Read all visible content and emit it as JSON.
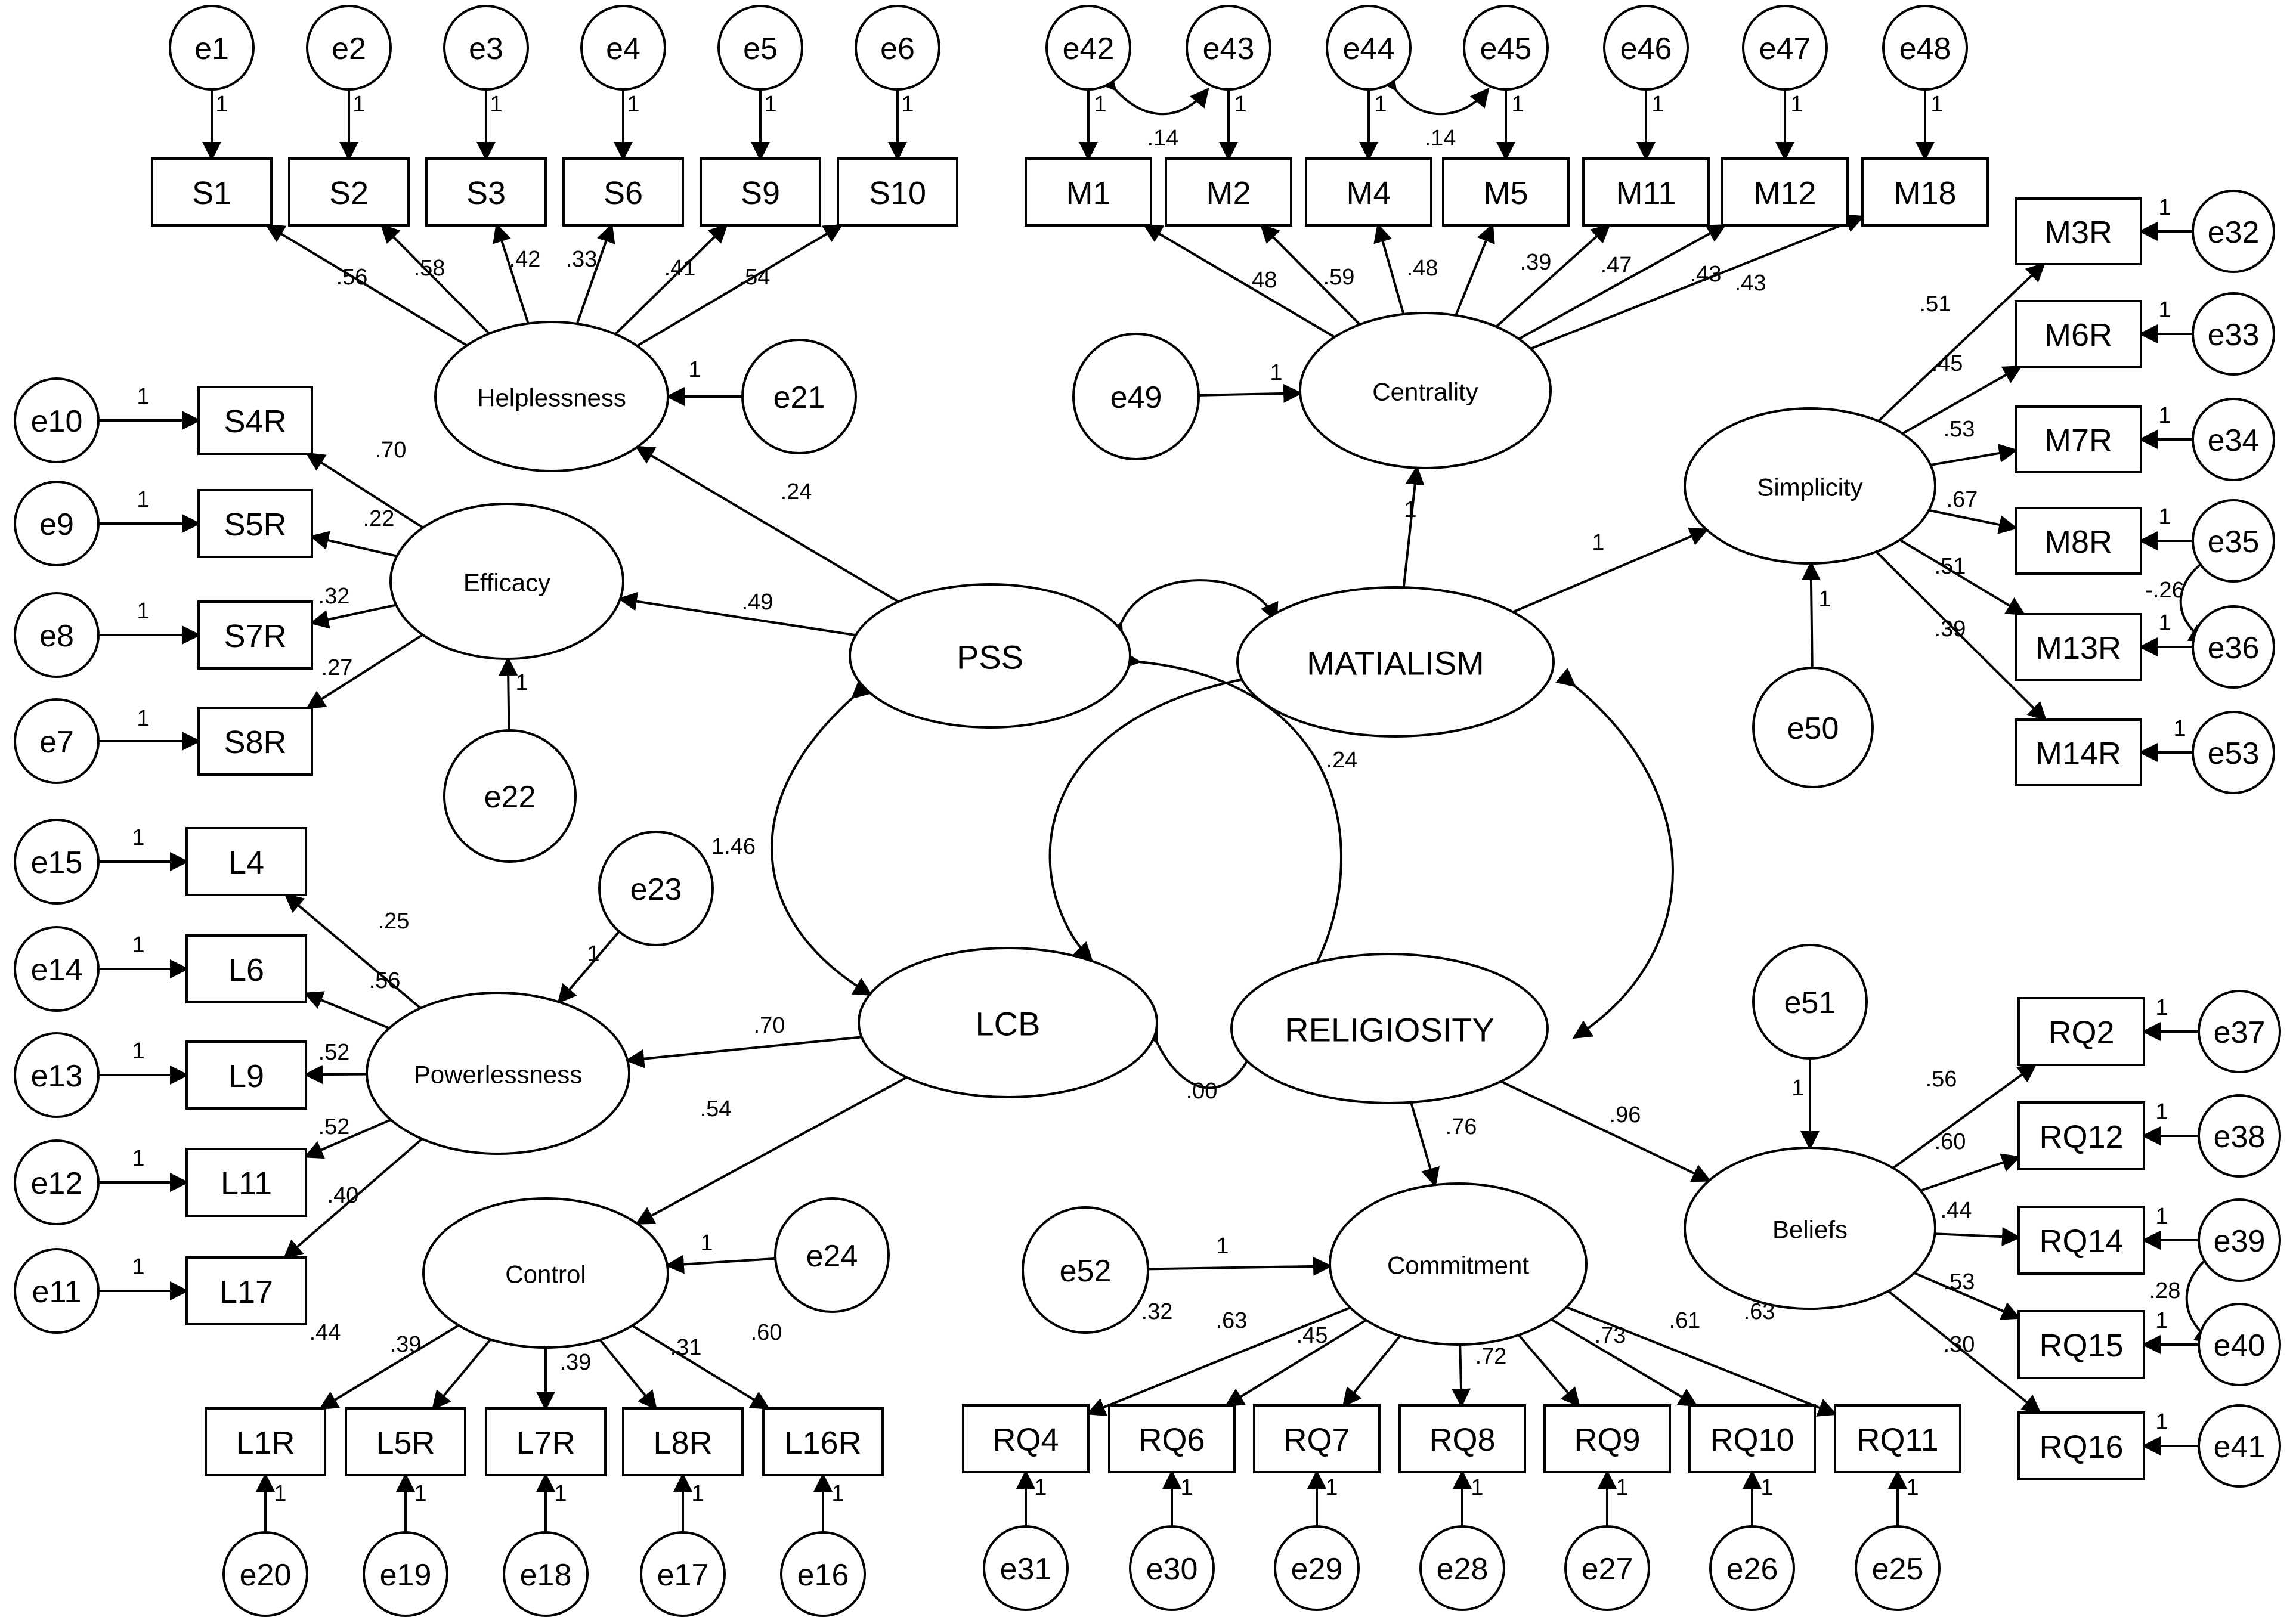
{
  "colors": {
    "stroke": "#000000",
    "background": "#ffffff"
  },
  "latent_factors": {
    "helplessness": "Helplessness",
    "efficacy": "Efficacy",
    "powerlessness": "Powerlessness",
    "control": "Control",
    "centrality": "Centrality",
    "simplicity": "Simplicity",
    "commitment": "Commitment",
    "beliefs": "Beliefs",
    "pss": "PSS",
    "materialism": "MATIALISM",
    "lcb": "LCB",
    "religiosity": "RELIGIOSITY"
  },
  "indicators": {
    "S1": "S1",
    "S2": "S2",
    "S3": "S3",
    "S6": "S6",
    "S9": "S9",
    "S10": "S10",
    "S4R": "S4R",
    "S5R": "S5R",
    "S7R": "S7R",
    "S8R": "S8R",
    "L4": "L4",
    "L6": "L6",
    "L9": "L9",
    "L11": "L11",
    "L17": "L17",
    "L1R": "L1R",
    "L5R": "L5R",
    "L7R": "L7R",
    "L8R": "L8R",
    "L16R": "L16R",
    "M1": "M1",
    "M2": "M2",
    "M4": "M4",
    "M5": "M5",
    "M11": "M11",
    "M12": "M12",
    "M18": "M18",
    "M3R": "M3R",
    "M6R": "M6R",
    "M7R": "M7R",
    "M8R": "M8R",
    "M13R": "M13R",
    "M14R": "M14R",
    "RQ2": "RQ2",
    "RQ12": "RQ12",
    "RQ14": "RQ14",
    "RQ15": "RQ15",
    "RQ16": "RQ16",
    "RQ4": "RQ4",
    "RQ6": "RQ6",
    "RQ7": "RQ7",
    "RQ8": "RQ8",
    "RQ9": "RQ9",
    "RQ10": "RQ10",
    "RQ11": "RQ11"
  },
  "errors": {
    "e1": "e1",
    "e2": "e2",
    "e3": "e3",
    "e4": "e4",
    "e5": "e5",
    "e6": "e6",
    "e7": "e7",
    "e8": "e8",
    "e9": "e9",
    "e10": "e10",
    "e11": "e11",
    "e12": "e12",
    "e13": "e13",
    "e14": "e14",
    "e15": "e15",
    "e16": "e16",
    "e17": "e17",
    "e18": "e18",
    "e19": "e19",
    "e20": "e20",
    "e21": "e21",
    "e22": "e22",
    "e23": "e23",
    "e24": "e24",
    "e25": "e25",
    "e26": "e26",
    "e27": "e27",
    "e28": "e28",
    "e29": "e29",
    "e30": "e30",
    "e31": "e31",
    "e32": "e32",
    "e33": "e33",
    "e34": "e34",
    "e35": "e35",
    "e36": "e36",
    "e37": "e37",
    "e38": "e38",
    "e39": "e39",
    "e40": "e40",
    "e41": "e41",
    "e42": "e42",
    "e43": "e43",
    "e44": "e44",
    "e45": "e45",
    "e46": "e46",
    "e47": "e47",
    "e48": "e48",
    "e49": "e49",
    "e50": "e50",
    "e51": "e51",
    "e52": "e52",
    "e53": "e53"
  },
  "coefficients": {
    "one": "1",
    "h_s1": ".56",
    "h_s2": ".58",
    "h_s3": ".42",
    "h_s6": ".33",
    "h_s9": ".41",
    "h_s10": ".54",
    "ef_s4r": ".70",
    "ef_s5r": ".22",
    "ef_s7r": ".32",
    "ef_s8r": ".27",
    "pw_l4": ".25",
    "pw_l6": ".56",
    "pw_l9": ".52",
    "pw_l11": ".52",
    "pw_l17": ".40",
    "pw_l17b": ".44",
    "ct_l1r": ".39",
    "ct_l7r": ".39",
    "ct_l8r": ".31",
    "ct_l16r": ".60",
    "cen_m1": ".48",
    "cen_m2": ".59",
    "cen_m4": ".48",
    "cen_m5": ".39",
    "cen_m11": ".47",
    "cen_m12": ".43",
    "cen_m18": ".43",
    "e42_e43": ".14",
    "e44_e45": ".14",
    "si_m3r": ".51",
    "si_m6r": ".45",
    "si_m7r": ".53",
    "si_m8r": ".67",
    "si_m13r": ".51",
    "si_m14r": ".39",
    "e35_e36": "-.26",
    "be_rq2": ".56",
    "be_rq12": ".60",
    "be_rq14": ".44",
    "be_rq15": ".53",
    "be_rq16": ".30",
    "e39_e40": ".28",
    "co_rq4": ".32",
    "co_rq6": ".63",
    "co_rq7": ".45",
    "co_rq8": ".72",
    "co_rq9": ".73",
    "co_rq10": ".61",
    "co_rq11": ".63",
    "pss_helpless": ".24",
    "pss_efficacy": ".49",
    "lcb_powerless": ".70",
    "lcb_control": ".54",
    "rel_commit": ".76",
    "rel_beliefs": ".96",
    "pss_lcb": "1.46",
    "pss_rel": ".24",
    "lcb_rel": ".00"
  }
}
